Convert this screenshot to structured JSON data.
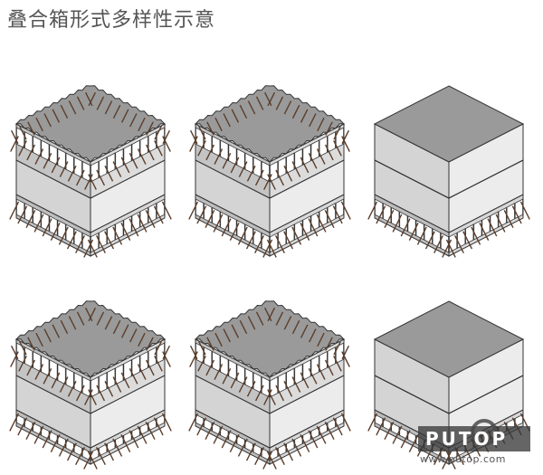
{
  "title": "叠合箱形式多样性示意",
  "variants": [
    {
      "id": "a1",
      "top": "notched",
      "mid": "plain",
      "bottom": "tall"
    },
    {
      "id": "a2",
      "top": "notched",
      "mid": "plain",
      "bottom": "tall"
    },
    {
      "id": "a3",
      "top": "flat",
      "mid": "band",
      "bottom": "tall"
    },
    {
      "id": "b1",
      "top": "notched",
      "mid": "plain",
      "bottom": "short"
    },
    {
      "id": "b2",
      "top": "notched",
      "mid": "plain",
      "bottom": "short"
    },
    {
      "id": "b3",
      "top": "flat",
      "mid": "band",
      "bottom": "short"
    }
  ],
  "watermark": {
    "logo": "PUTOP",
    "url": "www.putop.com"
  },
  "colors": {
    "top": "#9a9a9a",
    "left": "#d4d4d4",
    "right": "#ececec",
    "dark": "#6f6f6f",
    "rebar": "#5b3e2c",
    "edge": "#333333"
  }
}
